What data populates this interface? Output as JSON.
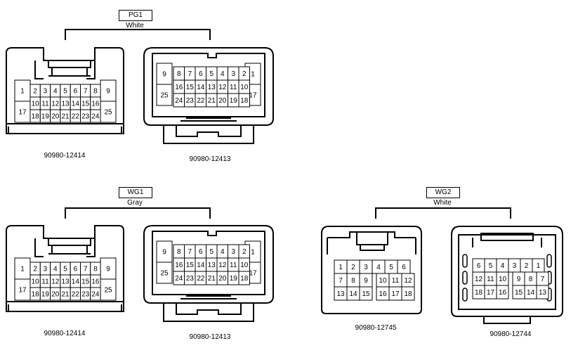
{
  "groups": {
    "pg1": {
      "label": "PG1",
      "color": "White"
    },
    "wg1": {
      "label": "WG1",
      "color": "Gray"
    },
    "wg2": {
      "label": "WG2",
      "color": "White"
    }
  },
  "parts": {
    "pg1_left": "90980-12414",
    "pg1_right": "90980-12413",
    "wg1_left": "90980-12414",
    "wg1_right": "90980-12413",
    "wg2_left": "90980-12745",
    "wg2_right": "90980-12744"
  },
  "connectors": {
    "c12414": {
      "sides": [
        {
          "text": "1",
          "col": "left",
          "row": 0
        },
        {
          "text": "17",
          "col": "left",
          "row": 1
        },
        {
          "text": "9",
          "col": "right",
          "row": 0
        },
        {
          "text": "25",
          "col": "right",
          "row": 1
        }
      ],
      "rows": [
        [
          "2",
          "3",
          "4",
          "5",
          "6",
          "7",
          "8"
        ],
        [
          "10",
          "11",
          "12",
          "13",
          "14",
          "15",
          "16"
        ],
        [
          "18",
          "19",
          "20",
          "21",
          "22",
          "23",
          "24"
        ]
      ]
    },
    "c12413": {
      "sides": [
        {
          "text": "9",
          "col": "left",
          "row": 0
        },
        {
          "text": "25",
          "col": "left",
          "row": 1
        },
        {
          "text": "1",
          "col": "right",
          "row": 0
        },
        {
          "text": "17",
          "col": "right",
          "row": 1
        }
      ],
      "rows": [
        [
          "8",
          "7",
          "6",
          "5",
          "4",
          "3",
          "2"
        ],
        [
          "16",
          "15",
          "14",
          "13",
          "12",
          "11",
          "10"
        ],
        [
          "24",
          "23",
          "22",
          "21",
          "20",
          "19",
          "18"
        ]
      ]
    },
    "c12745": {
      "rows": [
        [
          "1",
          "2",
          "3",
          "4",
          "5",
          "6"
        ],
        [
          "7",
          "8",
          "9",
          "",
          "10",
          "11",
          "12"
        ],
        [
          "13",
          "14",
          "15",
          "",
          "16",
          "17",
          "18"
        ]
      ]
    },
    "c12744": {
      "rows": [
        [
          "6",
          "5",
          "4",
          "3",
          "2",
          "1"
        ],
        [
          "12",
          "11",
          "10",
          "",
          "9",
          "8",
          "7"
        ],
        [
          "18",
          "17",
          "16",
          "",
          "15",
          "14",
          "13"
        ]
      ]
    }
  }
}
